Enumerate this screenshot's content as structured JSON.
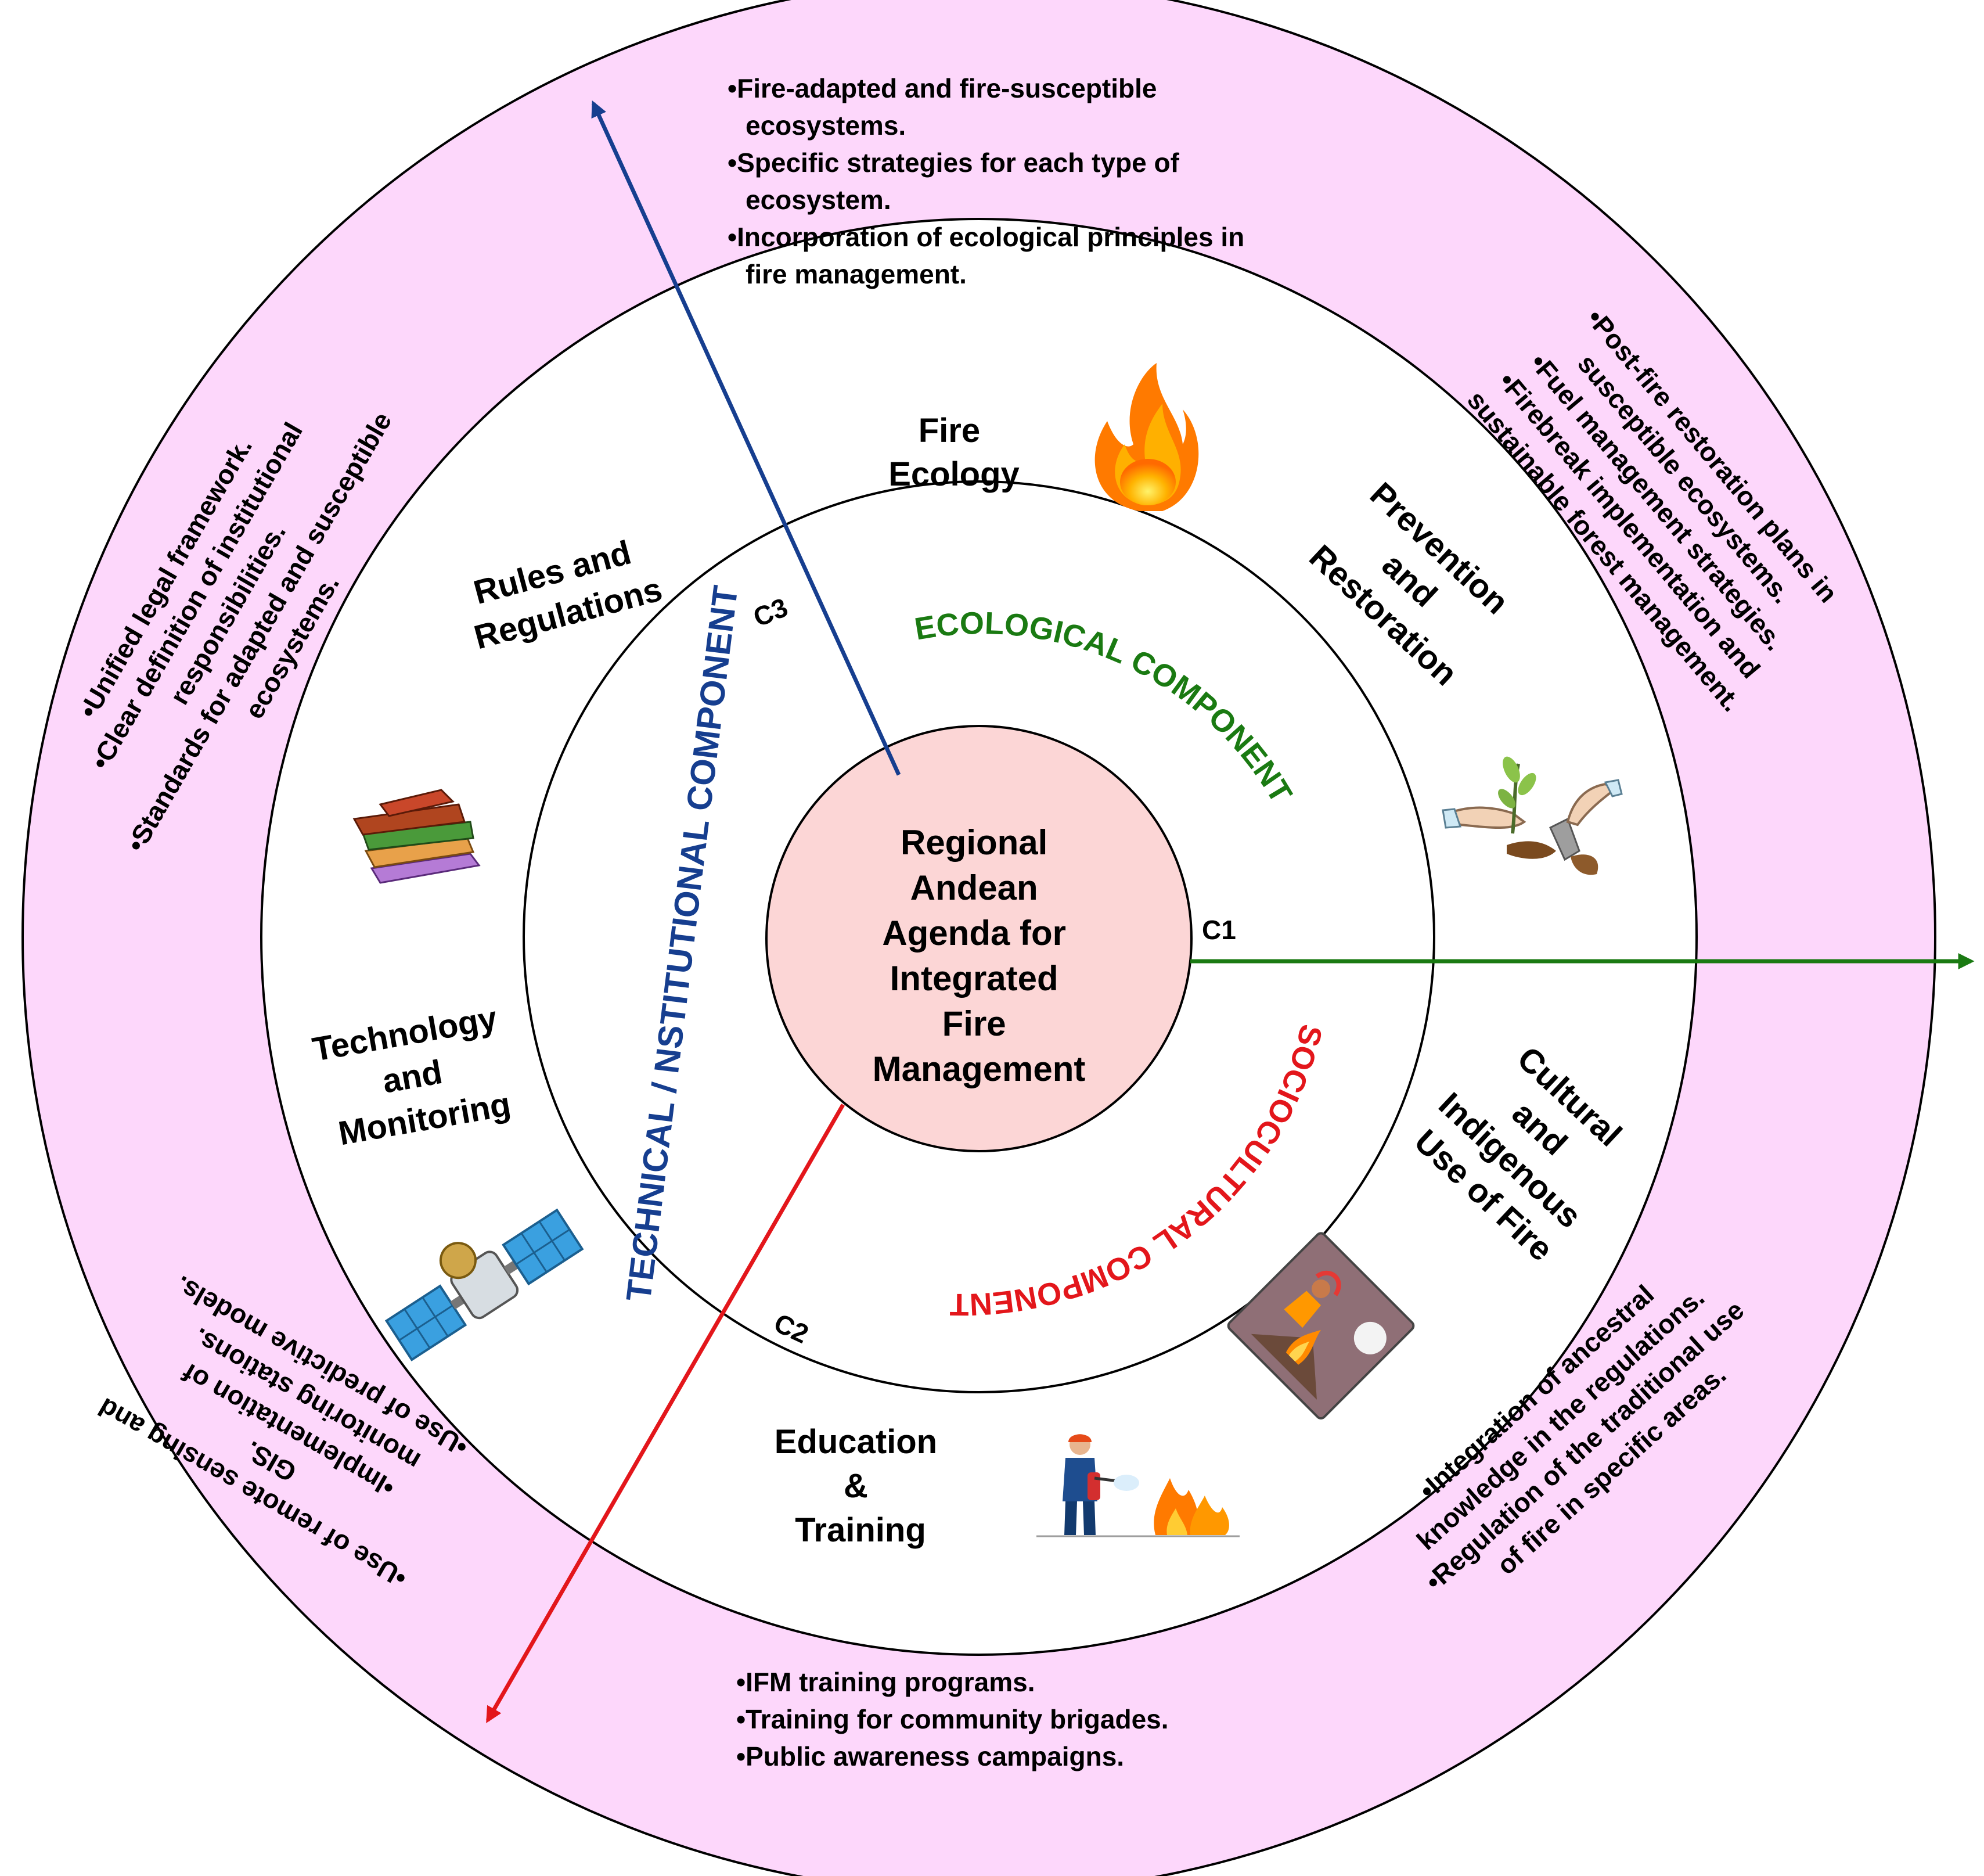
{
  "center": {
    "lines": [
      "Regional",
      "Andean",
      "Agenda for",
      "Integrated",
      "Fire",
      "Management"
    ]
  },
  "components": {
    "ecological": {
      "label": "ECOLOGICAL COMPONENT",
      "code": "C1",
      "color": "#1a7a12"
    },
    "sociocultural": {
      "label": "SOCIOCULTURAL COMPONENT",
      "code": "C2",
      "color": "#e3161b"
    },
    "technical": {
      "label": "TECHNICAL / NSTITUTIONAL COMPONENT",
      "code": "C3",
      "color": "#163e8f"
    }
  },
  "themes": {
    "fire_ecology": {
      "lines": [
        "Fire",
        "Ecology"
      ],
      "icon": "flame-icon"
    },
    "prevention": {
      "lines": [
        "Prevention",
        "and",
        "Restoration"
      ],
      "icon": "planting-hands-icon"
    },
    "cultural": {
      "lines": [
        "Cultural",
        "and",
        "Indigenous",
        "Use of Fire"
      ],
      "icon": "indigenous-fire-icon"
    },
    "education": {
      "lines": [
        "Education",
        "&",
        "Training"
      ],
      "icon": "firefighter-icon"
    },
    "technology": {
      "lines": [
        "Technology",
        "and",
        "Monitoring"
      ],
      "icon": "satellite-icon"
    },
    "rules": {
      "lines": [
        "Rules and",
        "Regulations"
      ],
      "icon": "books-icon"
    }
  },
  "outer": {
    "top": [
      "•Fire-adapted and fire-susceptible",
      "ecosystems.",
      "•Specific strategies for each type of",
      "ecosystem.",
      "•Incorporation of ecological principles in",
      "fire management."
    ],
    "upper_right": [
      "•Post-fire restoration plans in",
      "susceptible ecosystems.",
      "•Fuel management strategies.",
      "•Firebreak implementation and",
      "sustainable forest management."
    ],
    "lower_right": [
      "•Integration of ancestral",
      "knowledge in the regulations.",
      "•Regulation of the traditional use",
      "of fire in specific areas."
    ],
    "bottom": [
      "•IFM training programs.",
      "•Training for community brigades.",
      "•Public awareness campaigns."
    ],
    "lower_left": [
      "•Use of remote sensing and",
      "GIS.",
      "•Implementation of",
      "monitoring stations.",
      "•Use of predictive models."
    ],
    "upper_left": [
      "•Unified legal framework.",
      "•Clear definition of institutional",
      "responsibilities.",
      "•Standards for adapted and susceptible",
      "ecosystems."
    ]
  },
  "colors": {
    "outer_ring": "#fdd7fb",
    "center_fill": "#fcd6d6",
    "blue_axis": "#163e8f",
    "green_axis": "#1a7a12",
    "red_axis": "#e3161b"
  }
}
